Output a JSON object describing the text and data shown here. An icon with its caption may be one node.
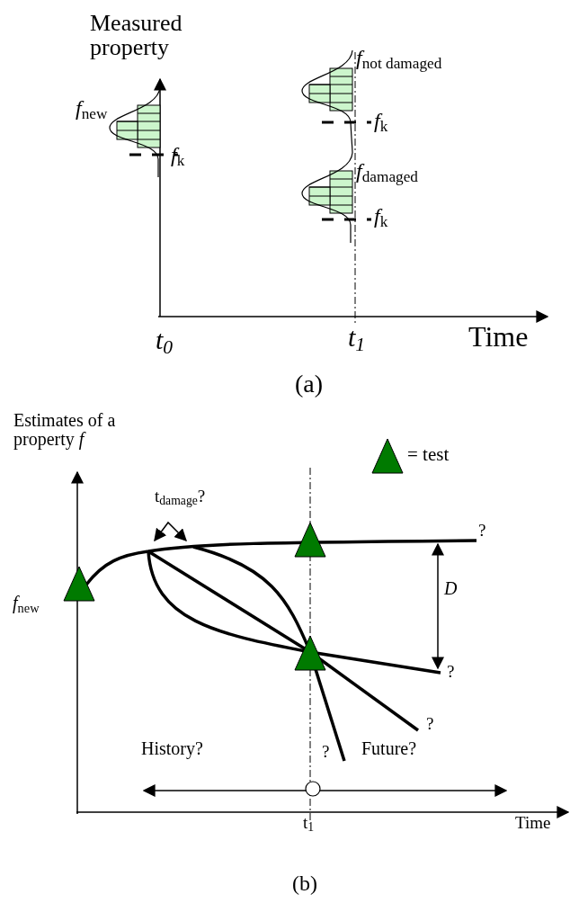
{
  "diagram": {
    "labels": [
      "Measured property",
      "*f*$_{new}$",
      "*f*$_{k}$",
      "*f*$_{not damaged}$",
      "*f*$_{k}$",
      "*f*$_{damaged}$",
      "*f*$_{k}$",
      "t$_{0}$",
      "t$_{1}$",
      "Time",
      "(a)",
      "Estimates of a property *f*",
      "t$_{damage}$?",
      "?",
      "D",
      "*f*$_{new}$",
      "?",
      "?",
      "History?",
      "?",
      "Future?",
      "t$_{1}$",
      "Time",
      "(b)"
    ],
    "legend": [
      {
        "text": "= test"
      }
    ]
  }
}
